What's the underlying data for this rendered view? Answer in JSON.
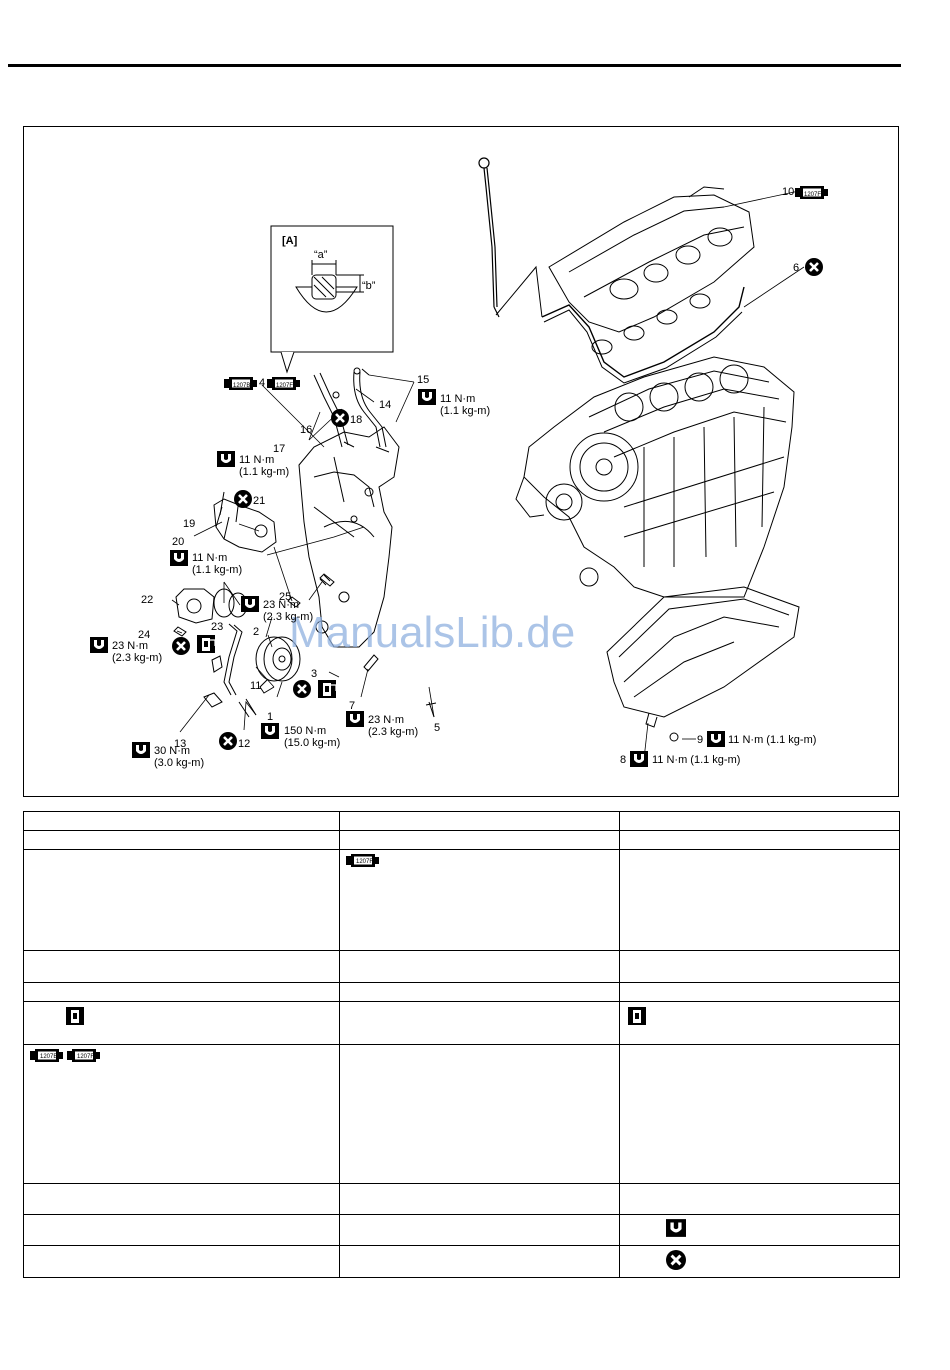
{
  "figure": {
    "detail": {
      "label": "[A]",
      "dim_a": "“a”",
      "dim_b": "“b”"
    },
    "callouts": {
      "c1": "1",
      "c2": "2",
      "c3": "3",
      "c4": "4",
      "c5": "5",
      "c6": "6",
      "c7": "7",
      "c8": "8",
      "c9": "9",
      "c10": "10",
      "c11": "11",
      "c12": "12",
      "c13": "13",
      "c14": "14",
      "c15": "15",
      "c16": "16",
      "c17": "17",
      "c18": "18",
      "c19": "19",
      "c20": "20",
      "c21": "21",
      "c22": "22",
      "c23": "23",
      "c24": "24",
      "c25": "25"
    },
    "torques": {
      "t15_a": "11 N·m",
      "t15_b": "(1.1 kg-m)",
      "t17_a": "11 N·m",
      "t17_b": "(1.1 kg-m)",
      "t20_a": "11 N·m",
      "t20_b": "(1.1 kg-m)",
      "t25_a": "23 N·m",
      "t25_b": "(2.3 kg-m)",
      "t24_a": "23 N·m",
      "t24_b": "(2.3 kg-m)",
      "t1_a": "150 N·m",
      "t1_b": "(15.0 kg-m)",
      "t7_a": "23 N·m",
      "t7_b": "(2.3 kg-m)",
      "t13_a": "30 N·m",
      "t13_b": "(3.0 kg-m)",
      "t9": "11 N·m (1.1 kg-m)",
      "t8": "11 N·m (1.1 kg-m)"
    },
    "sealant_1207b": "1207B",
    "sealant_1207f": "1207F",
    "watermark": "ManualsLib.de"
  },
  "legend_table": {
    "rows": 10,
    "cols": 3
  },
  "colors": {
    "ink": "#000000",
    "watermark": "#8fb1e0"
  },
  "icons": [
    "torque-icon",
    "do-not-reuse-icon",
    "oil-can-icon",
    "sealant-tube-icon"
  ]
}
